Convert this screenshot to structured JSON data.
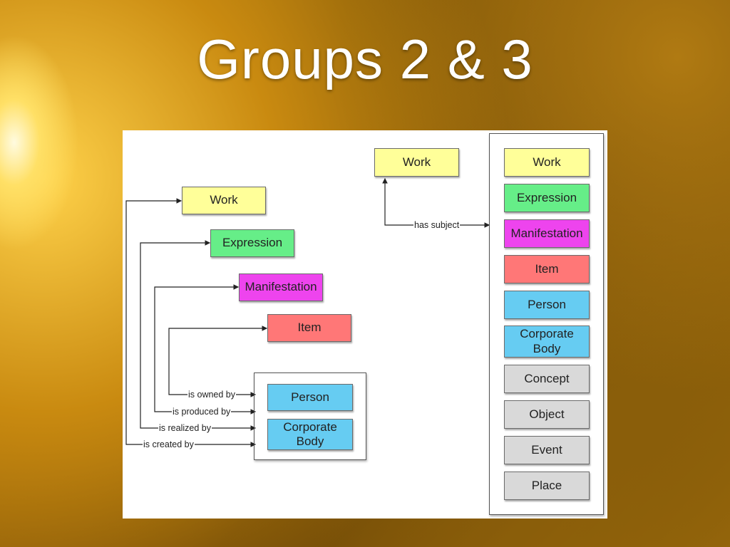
{
  "slide": {
    "title": "Groups 2 & 3"
  },
  "diagram": {
    "left_chain": {
      "work": "Work",
      "expression": "Expression",
      "manifestation": "Manifestation",
      "item": "Item",
      "group2": {
        "person": "Person",
        "corporate_body": "Corporate Body"
      },
      "relations": {
        "is_owned_by": "is owned by",
        "is_produced_by": "is produced by",
        "is_realized_by": "is realized by",
        "is_created_by": "is created by"
      }
    },
    "subject": {
      "work": "Work",
      "relation": "has subject",
      "entities": [
        "Work",
        "Expression",
        "Manifestation",
        "Item",
        "Person",
        "Corporate Body",
        "Concept",
        "Object",
        "Event",
        "Place"
      ]
    },
    "colors": {
      "work": "#ffff99",
      "expression": "#66ee88",
      "manifestation": "#ee44ee",
      "item": "#ff7777",
      "group2": "#66ccf2",
      "group3": "#d9d9d9"
    }
  }
}
